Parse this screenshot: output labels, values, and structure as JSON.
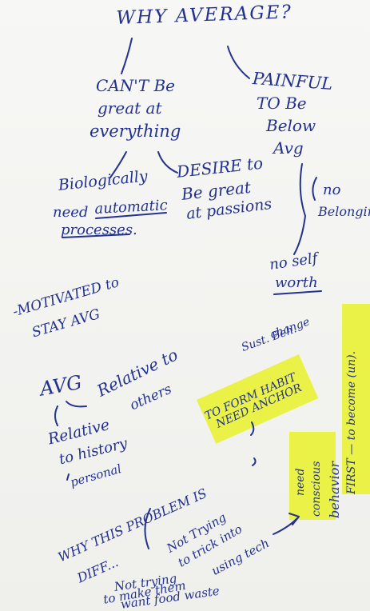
{
  "notes": {
    "title": "WHY AVERAGE?",
    "cant_1": "CAN'T Be",
    "cant_2": "great at",
    "cant_3": "everything",
    "painful_1": "PAINFUL",
    "painful_2": "TO Be",
    "painful_3": "Below",
    "painful_4": "Avg",
    "bio_1": "Biologically",
    "bio_2": "need",
    "bio_automatic": "automatic",
    "bio_3": "processes.",
    "desire_1": "DESIRE to",
    "desire_2": "Be great",
    "desire_3": "at passions",
    "no_belonging_1": "no",
    "no_belonging_2": "Belonging",
    "no_self_1": "no self",
    "no_self_2": "worth",
    "motivated_1": "-MOTIVATED to",
    "motivated_2": "STAY AVG",
    "avg": "AVG",
    "relative_others_1": "Relative to",
    "relative_others_2": "others",
    "relative_history_1": "Relative",
    "relative_history_2": "to history",
    "relative_history_3": "personal",
    "sust_1": "Sust. Beh.",
    "sust_2": "change",
    "habit_1": "TO FORM HABIT",
    "habit_2": "NEED ANCHOR",
    "conscious_1": "need",
    "conscious_2": "conscious",
    "conscious_3": "behavior",
    "first_become": "FIRST — to become (un).",
    "why_1": "WHY THIS PROBLEM IS",
    "why_2": "DIFF...",
    "not_trying_1": "Not Trying",
    "not_trying_2": "to trick into",
    "not_trying_3": "using tech",
    "not_make_1": "Not trying",
    "not_make_2": "to make them",
    "not_make_3": "want food waste"
  },
  "colors": {
    "ink": "#23328f",
    "highlighter": "#e9f23a",
    "paper": "#f4f4f2"
  }
}
